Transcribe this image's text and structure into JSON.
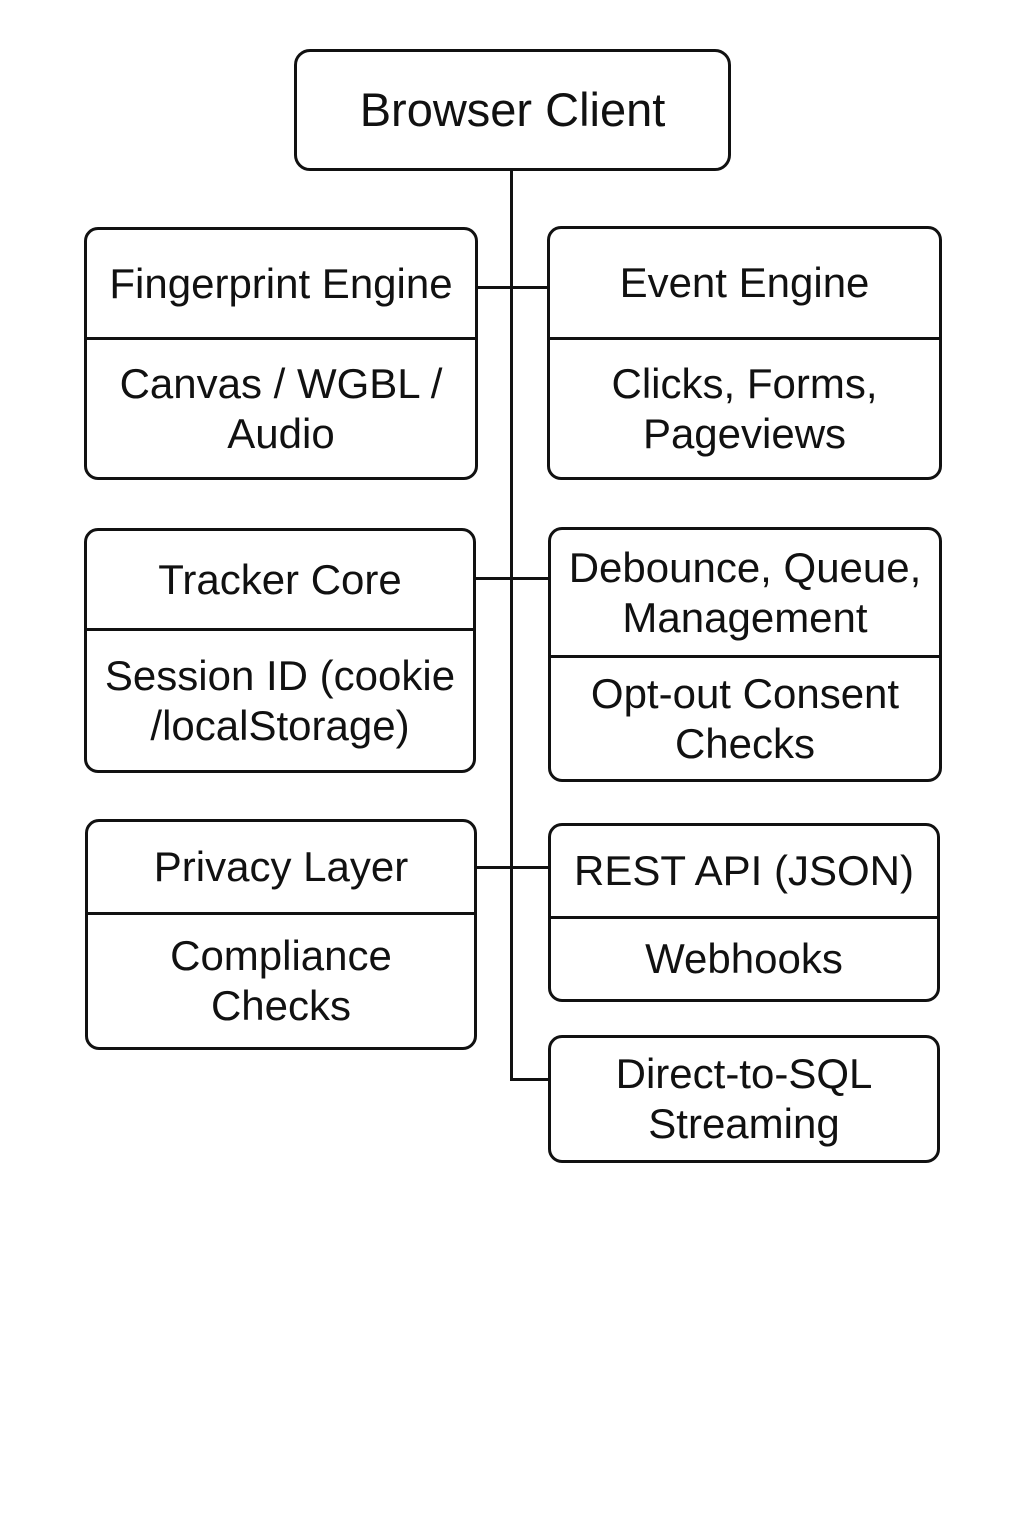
{
  "diagram": {
    "title_node": {
      "label": "Browser Client"
    },
    "left_column": [
      {
        "header": "Fingerprint Engine",
        "body": "Canvas / WGBL /\nAudio"
      },
      {
        "header": "Tracker Core",
        "body": "Session ID (cookie\n/localStorage)"
      },
      {
        "header": "Privacy Layer",
        "body": "Compliance\nChecks"
      }
    ],
    "right_column": [
      {
        "header": "Event Engine",
        "body": "Clicks, Forms,\nPageviews"
      },
      {
        "header": "Debounce, Queue,\nManagement",
        "body": "Opt-out Consent\nChecks"
      },
      {
        "header": "REST API (JSON)",
        "body": "Webhooks"
      },
      {
        "label": "Direct-to-SQL\nStreaming"
      }
    ],
    "colors": {
      "line": "#111111",
      "text": "#111111",
      "background": "#ffffff"
    }
  }
}
